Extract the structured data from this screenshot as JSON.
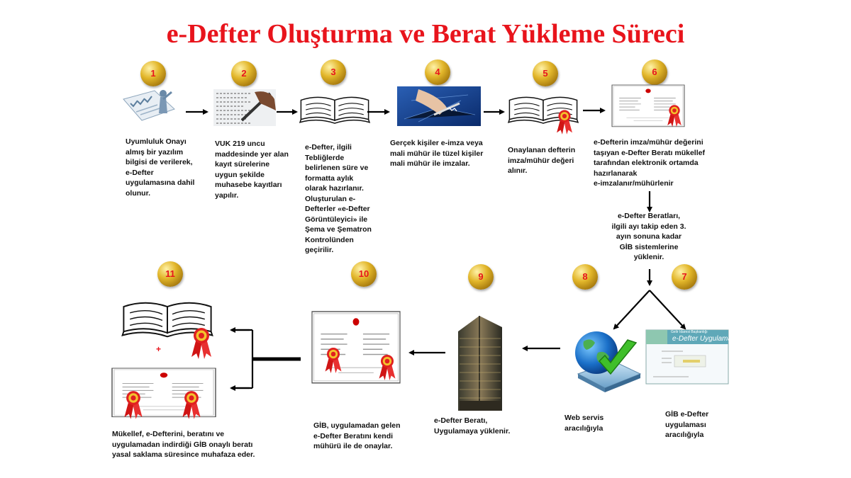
{
  "title": "e-Defter Oluşturma ve Berat Yükleme Süreci",
  "steps": [
    {
      "num": "1",
      "text": "Uyumluluk Onayı\nalmış bir yazılım\nbilgisi de verilerek,\ne-Defter\nuygulamasına dahil\nolunur."
    },
    {
      "num": "2",
      "text": "VUK 219 uncu\nmaddesinde yer alan\nkayıt sürelerine\nuygun şekilde\nmuhasebe  kayıtları\nyapılır."
    },
    {
      "num": "3",
      "text": "e-Defter, ilgili\nTebliğlerde\nbelirlenen süre ve\nformatta  aylık\nolarak hazırlanır.\nOluşturulan e-\nDefterler «e-Defter\nGörüntüleyici» ile\nŞema ve Şematron\nKontrolünden\ngeçirilir."
    },
    {
      "num": "4",
      "text": "Gerçek kişiler e-imza veya\nmali mühür ile tüzel  kişiler\nmali mühür ile imzalar."
    },
    {
      "num": "5",
      "text": "Onaylanan defterin\nimza/mühür değeri\nalınır."
    },
    {
      "num": "6",
      "text": "e-Defterin imza/mühür değerini\ntaşıyan e-Defter Beratı mükellef\ntarafından elektronik ortamda\nhazırlanarak\ne-imzalanır/mühürlenir"
    },
    {
      "num": "7",
      "text": "GİB e-Defter\nuygulaması\naracılığıyla"
    },
    {
      "num": "8",
      "text": "Web servis\naracılığıyla"
    },
    {
      "num": "9",
      "text": "e-Defter Beratı,\nUygulamaya yüklenir."
    },
    {
      "num": "10",
      "text": "GİB,  uygulamadan gelen\ne-Defter Beratını kendi\nmühürü ile de onaylar."
    },
    {
      "num": "11",
      "text": "Mükellef,  e-Defterini, beratını ve\nuygulamadan indirdiği GİB onaylı beratı\nyasal saklama süresince muhafaza eder."
    }
  ],
  "upload_note": "e-Defter Beratları,\nilgili ayı takip eden 3.\nayın sonuna kadar\nGİB sistemlerine\nyüklenir.",
  "app_window": {
    "title": "e-Defter Uygulaması",
    "subtitle": "Gelir İdaresi Başkanlığı"
  },
  "plus_sign": "+",
  "colors": {
    "title": "#e8141c",
    "badge_text": "#e8141c",
    "badge_gold": "#d4a520",
    "ribbon": "#e01818",
    "arrow": "#000000"
  }
}
